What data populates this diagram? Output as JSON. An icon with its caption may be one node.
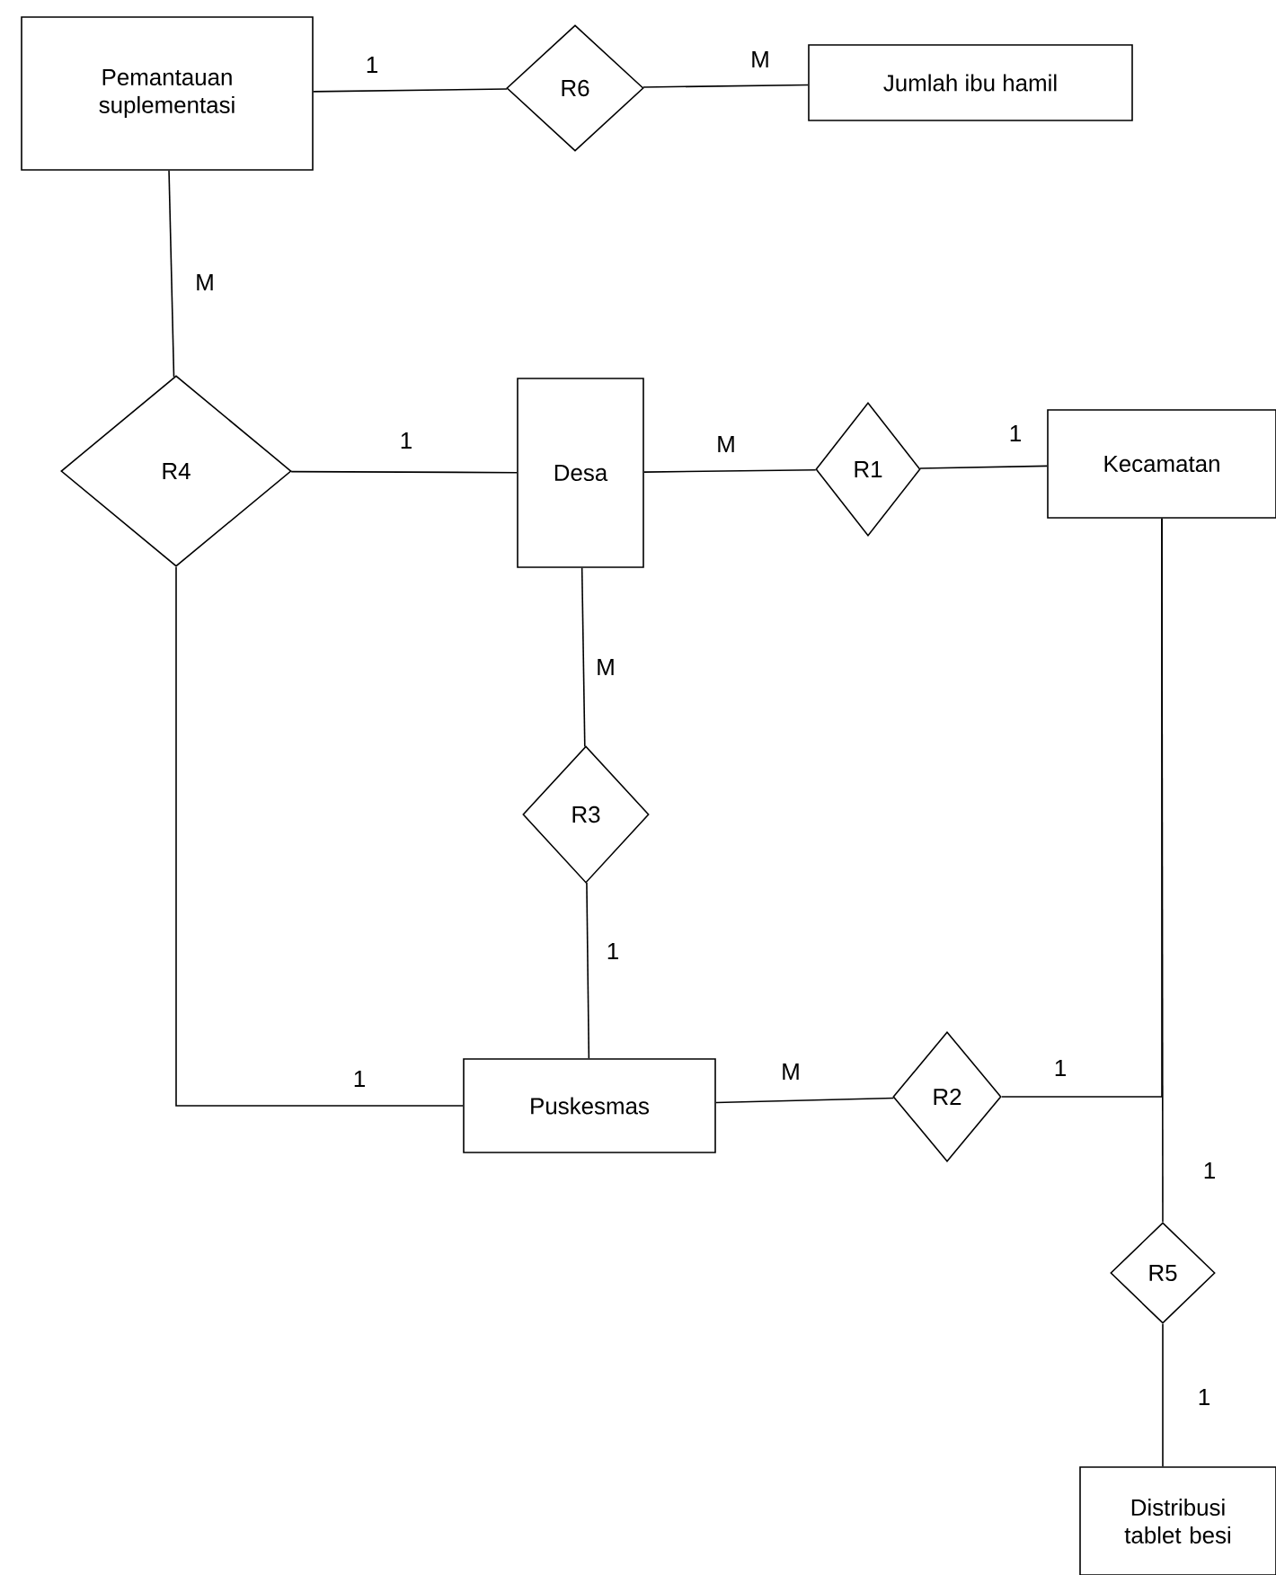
{
  "diagram": {
    "nodes": [
      {
        "text": [
          "Pemantauan suplementasi"
        ]
      },
      {
        "text": [
          "R6"
        ]
      },
      {
        "text": [
          "Jumlah ibu hamil"
        ]
      },
      {
        "text": [
          "R4"
        ]
      },
      {
        "text": [
          "Desa"
        ]
      },
      {
        "text": [
          "R1"
        ]
      },
      {
        "text": [
          "Kecamatan"
        ]
      },
      {
        "text": [
          "R3"
        ]
      },
      {
        "text": [
          "Puskesmas"
        ]
      },
      {
        "text": [
          "R2"
        ]
      },
      {
        "text": [
          "R5"
        ]
      },
      {
        "text": [
          "Distribusi tablet besi"
        ]
      }
    ],
    "edges": [
      {
        "from": 0,
        "to": 1,
        "arrow": "none",
        "label": "1"
      },
      {
        "from": 1,
        "to": 2,
        "arrow": "none",
        "label": "M"
      },
      {
        "from": 0,
        "to": 3,
        "arrow": "none",
        "label": "M"
      },
      {
        "from": 3,
        "to": 4,
        "arrow": "none",
        "label": "1"
      },
      {
        "from": 4,
        "to": 5,
        "arrow": "none",
        "label": "M"
      },
      {
        "from": 5,
        "to": 6,
        "arrow": "none",
        "label": "1"
      },
      {
        "from": 4,
        "to": 7,
        "arrow": "none",
        "label": "M"
      },
      {
        "from": 7,
        "to": 8,
        "arrow": "none",
        "label": "1"
      },
      {
        "from": 3,
        "to": 8,
        "arrow": "none",
        "label": "1"
      },
      {
        "from": 8,
        "to": 9,
        "arrow": "none",
        "label": "M"
      },
      {
        "from": 9,
        "to": 6,
        "arrow": "none",
        "label": "1"
      },
      {
        "from": 6,
        "to": 10,
        "arrow": "none",
        "label": "1"
      },
      {
        "from": 10,
        "to": 11,
        "arrow": "none",
        "label": "1"
      }
    ]
  }
}
